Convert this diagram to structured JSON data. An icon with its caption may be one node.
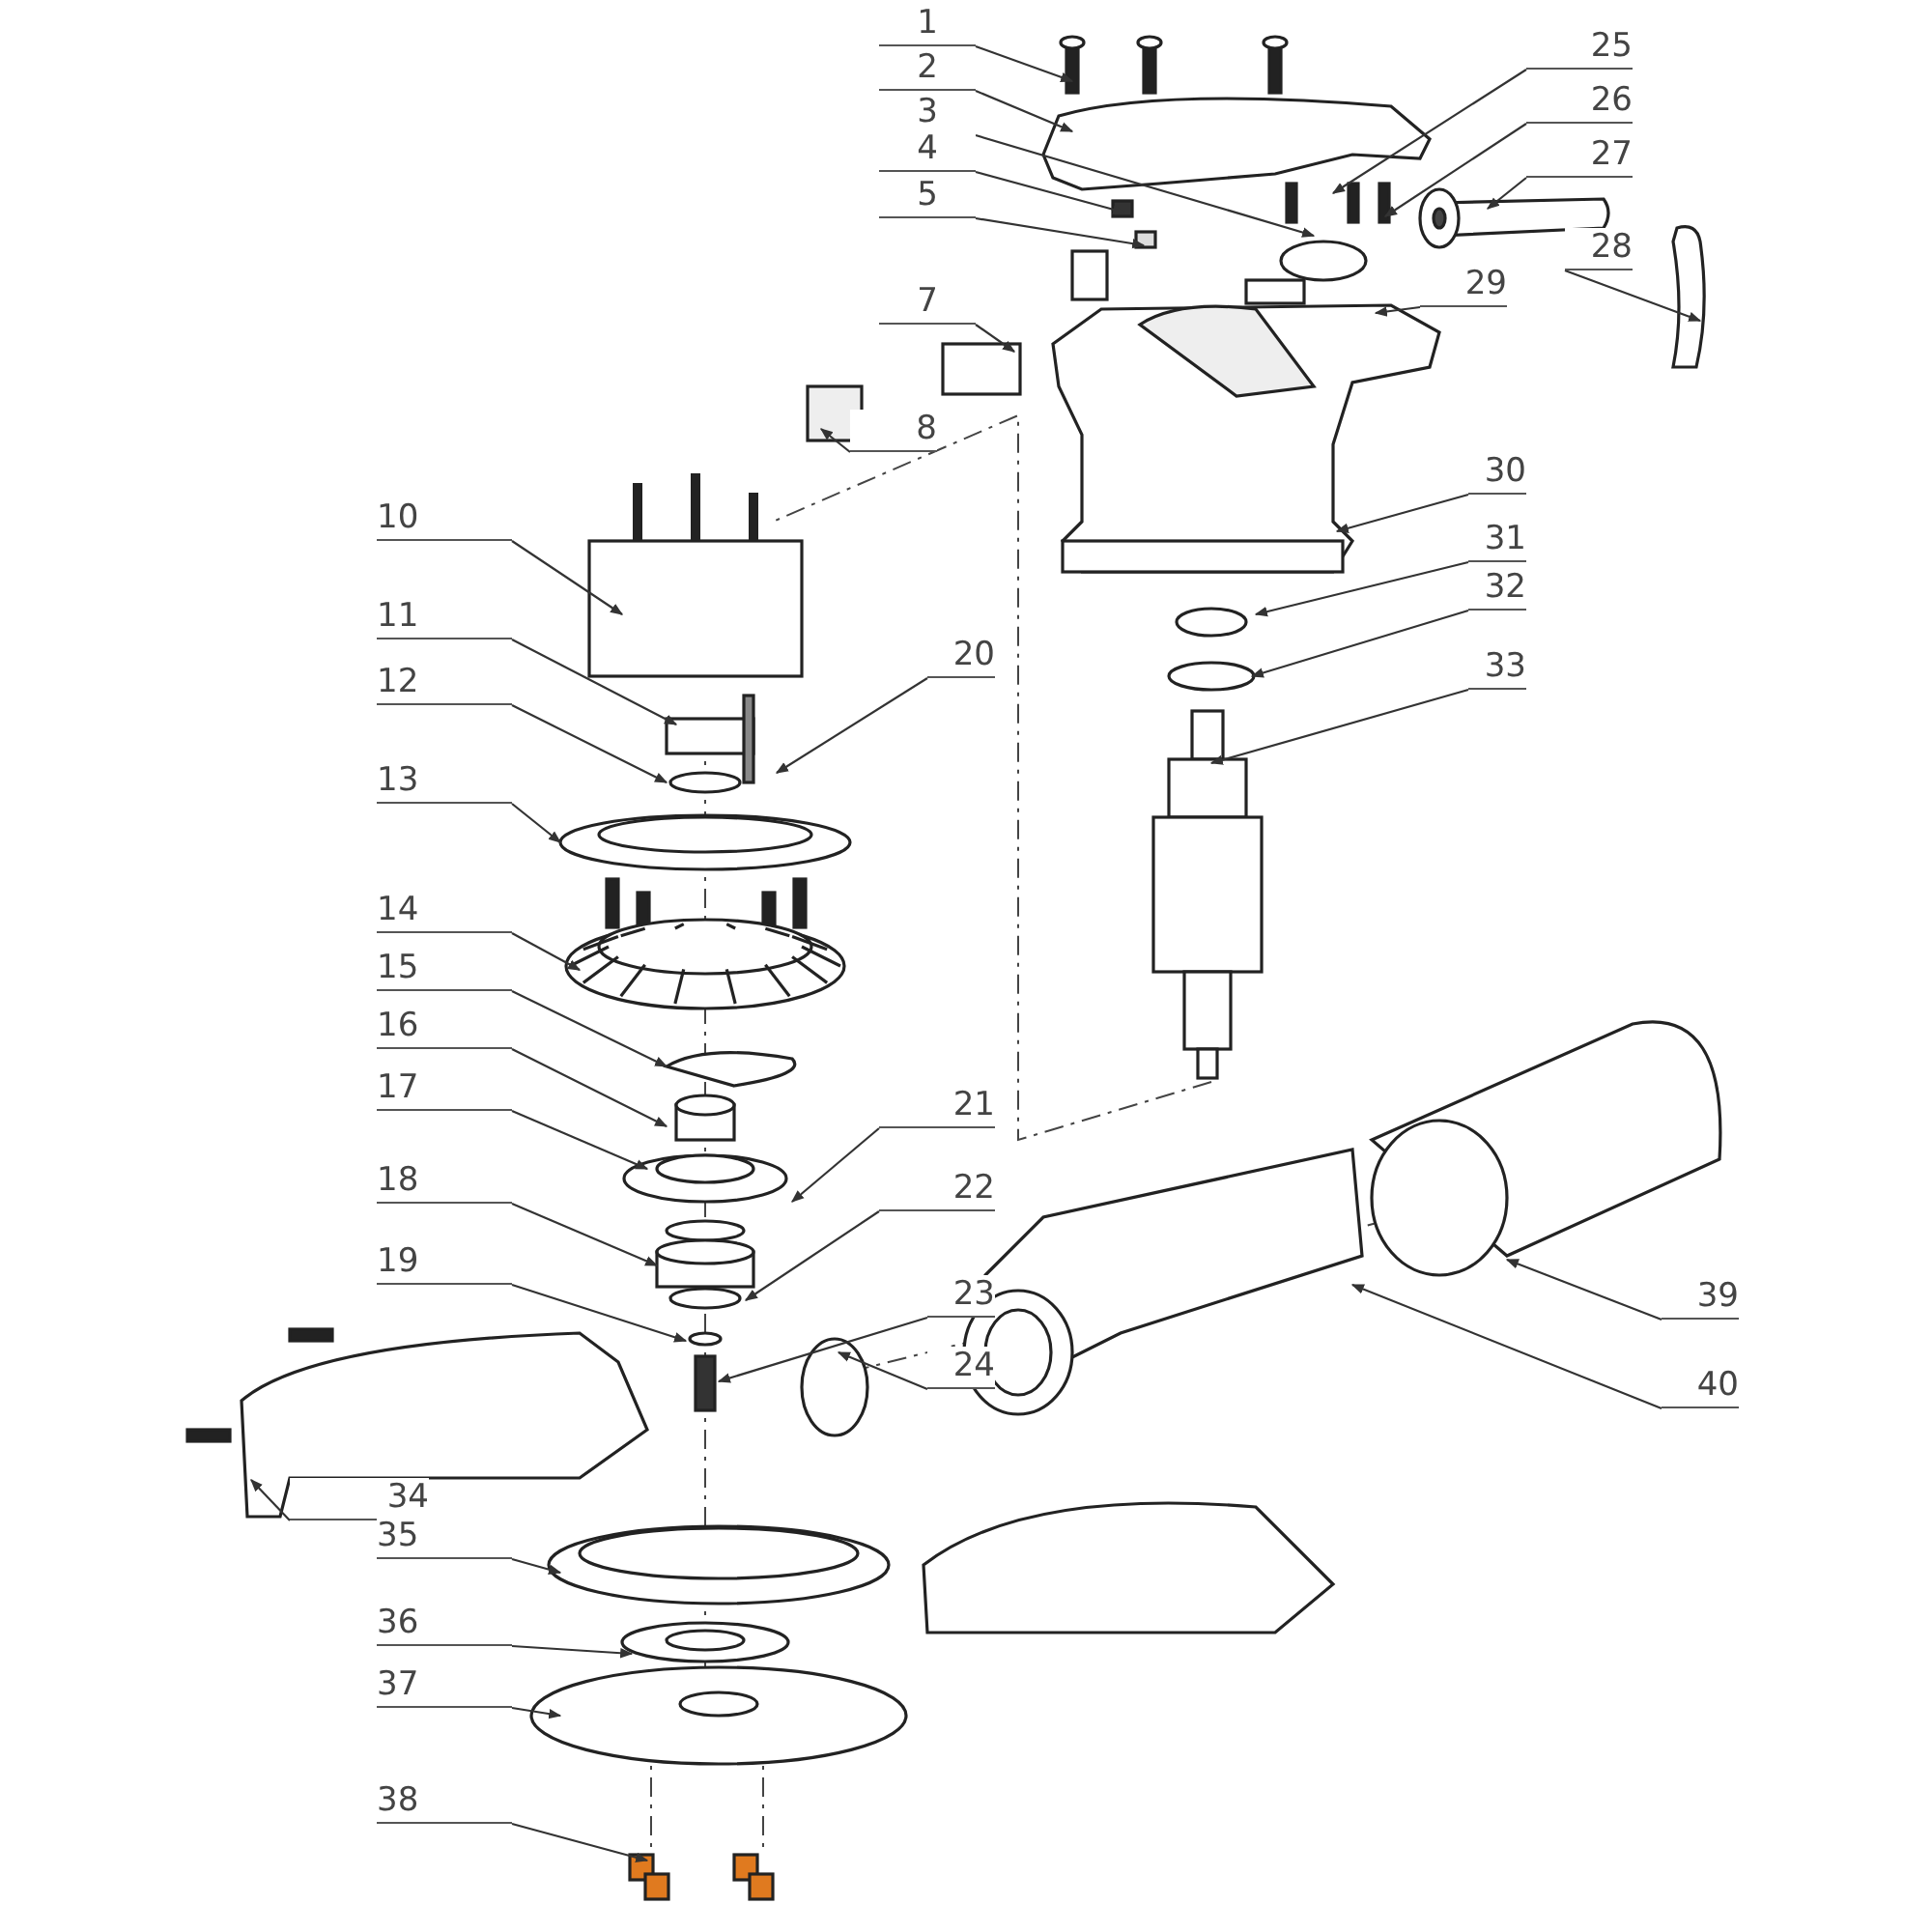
{
  "diagram": {
    "nodes": [
      {
        "text": [
          "1"
        ]
      },
      {
        "text": [
          "2"
        ]
      },
      {
        "text": [
          "3"
        ]
      },
      {
        "text": [
          "4"
        ]
      },
      {
        "text": [
          "5"
        ]
      },
      {
        "text": [
          "7"
        ]
      },
      {
        "text": [
          "8"
        ]
      },
      {
        "text": [
          "10"
        ]
      },
      {
        "text": [
          "11"
        ]
      },
      {
        "text": [
          "12"
        ]
      },
      {
        "text": [
          "13"
        ]
      },
      {
        "text": [
          "14"
        ]
      },
      {
        "text": [
          "15"
        ]
      },
      {
        "text": [
          "16"
        ]
      },
      {
        "text": [
          "17"
        ]
      },
      {
        "text": [
          "18"
        ]
      },
      {
        "text": [
          "19"
        ]
      },
      {
        "text": [
          "20"
        ]
      },
      {
        "text": [
          "21"
        ]
      },
      {
        "text": [
          "22"
        ]
      },
      {
        "text": [
          "23"
        ]
      },
      {
        "text": [
          "24"
        ]
      },
      {
        "text": [
          "25"
        ]
      },
      {
        "text": [
          "26"
        ]
      },
      {
        "text": [
          "27"
        ]
      },
      {
        "text": [
          "28"
        ]
      },
      {
        "text": [
          "29"
        ]
      },
      {
        "text": [
          "30"
        ]
      },
      {
        "text": [
          "31"
        ]
      },
      {
        "text": [
          "32"
        ]
      },
      {
        "text": [
          "33"
        ]
      },
      {
        "text": [
          "34"
        ]
      },
      {
        "text": [
          "35"
        ]
      },
      {
        "text": [
          "36"
        ]
      },
      {
        "text": [
          "37"
        ]
      },
      {
        "text": [
          "38"
        ]
      },
      {
        "text": [
          "39"
        ]
      },
      {
        "text": [
          "40"
        ]
      }
    ],
    "edges": [
      {
        "from": 0,
        "to": null,
        "arrow": "to"
      },
      {
        "from": 1,
        "to": null,
        "arrow": "to"
      },
      {
        "from": 2,
        "to": null,
        "arrow": "to"
      },
      {
        "from": 3,
        "to": null,
        "arrow": "to"
      },
      {
        "from": 4,
        "to": null,
        "arrow": "to"
      },
      {
        "from": 5,
        "to": null,
        "arrow": "to"
      },
      {
        "from": 6,
        "to": null,
        "arrow": "to"
      },
      {
        "from": 7,
        "to": null,
        "arrow": "to"
      },
      {
        "from": 8,
        "to": null,
        "arrow": "to"
      },
      {
        "from": 9,
        "to": null,
        "arrow": "to"
      },
      {
        "from": 10,
        "to": null,
        "arrow": "to"
      },
      {
        "from": 11,
        "to": null,
        "arrow": "to"
      },
      {
        "from": 12,
        "to": null,
        "arrow": "to"
      },
      {
        "from": 13,
        "to": null,
        "arrow": "to"
      },
      {
        "from": 14,
        "to": null,
        "arrow": "to"
      },
      {
        "from": 15,
        "to": null,
        "arrow": "to"
      },
      {
        "from": 16,
        "to": null,
        "arrow": "to"
      },
      {
        "from": 17,
        "to": null,
        "arrow": "to"
      },
      {
        "from": 18,
        "to": null,
        "arrow": "to"
      },
      {
        "from": 19,
        "to": null,
        "arrow": "to"
      },
      {
        "from": 20,
        "to": null,
        "arrow": "to"
      },
      {
        "from": 21,
        "to": null,
        "arrow": "to"
      },
      {
        "from": 22,
        "to": null,
        "arrow": "to"
      },
      {
        "from": 23,
        "to": null,
        "arrow": "to"
      },
      {
        "from": 24,
        "to": null,
        "arrow": "to"
      },
      {
        "from": 25,
        "to": null,
        "arrow": "to"
      },
      {
        "from": 26,
        "to": null,
        "arrow": "to"
      },
      {
        "from": 27,
        "to": null,
        "arrow": "to"
      },
      {
        "from": 28,
        "to": null,
        "arrow": "to"
      },
      {
        "from": 29,
        "to": null,
        "arrow": "to"
      },
      {
        "from": 30,
        "to": null,
        "arrow": "to"
      },
      {
        "from": 31,
        "to": null,
        "arrow": "to"
      },
      {
        "from": 32,
        "to": null,
        "arrow": "to"
      },
      {
        "from": 33,
        "to": null,
        "arrow": "to"
      },
      {
        "from": 34,
        "to": null,
        "arrow": "to"
      },
      {
        "from": 35,
        "to": null,
        "arrow": "to"
      },
      {
        "from": 36,
        "to": null,
        "arrow": "to"
      },
      {
        "from": 37,
        "to": null,
        "arrow": "to"
      }
    ]
  }
}
